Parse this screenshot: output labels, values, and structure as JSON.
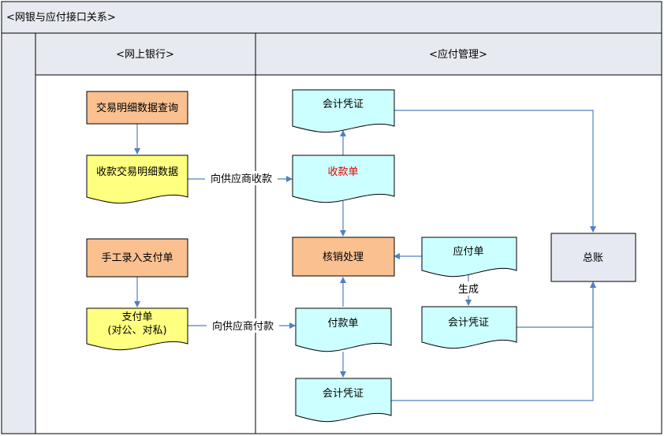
{
  "diagram": {
    "title": "<网银与应付接口关系>",
    "lanes": {
      "bank": "<网上银行>",
      "ap": "<应付管理>"
    },
    "nodes": {
      "txn_query": "交易明细数据查询",
      "receipt_txn": "收款交易明细数据",
      "manual_entry": "手工录入支付单",
      "payment_order_l1": "支付单",
      "payment_order_l2": "(对公、对私)",
      "voucher_top": "会计凭证",
      "receipt_doc": "收款单",
      "writeoff": "核销处理",
      "payable_doc": "应付单",
      "ledger": "总账",
      "voucher_mid": "会计凭证",
      "payment_doc": "付款单",
      "voucher_bottom": "会计凭证"
    },
    "edge_labels": {
      "receipt_flow": "向供应商收款",
      "payment_flow": "向供应商付款",
      "generate": "生成"
    },
    "colors": {
      "header_bg": "#E8EAF2",
      "border": "#000000",
      "orange": "#FAC090",
      "yellow": "#FFFF80",
      "cyan": "#CCFFFF",
      "ledger_bg": "#E6E8F2",
      "arrow": "#4F81BD",
      "red_text": "#E00000"
    }
  }
}
